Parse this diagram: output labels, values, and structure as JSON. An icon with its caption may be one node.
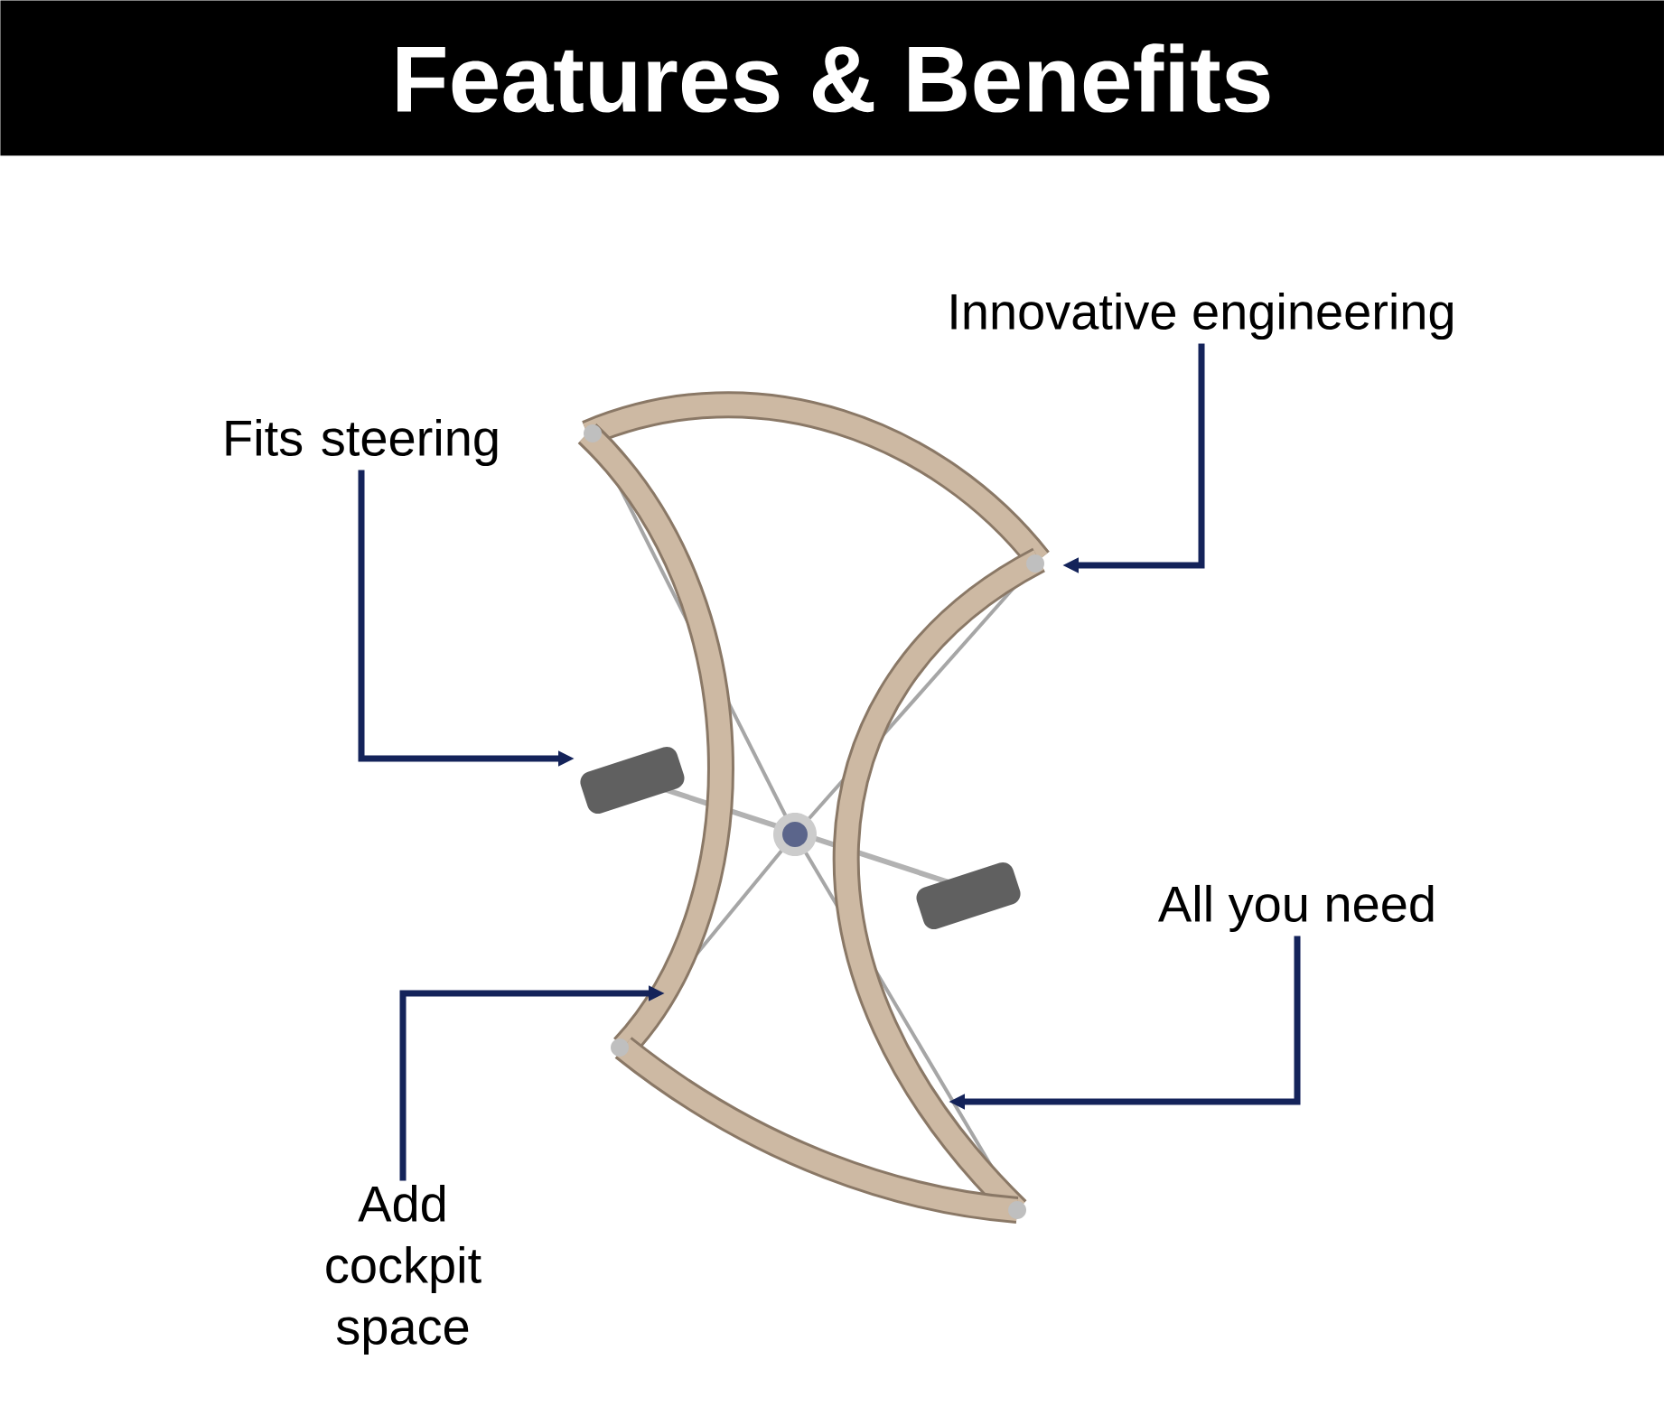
{
  "diagram": {
    "title": "Features & Benefits",
    "nodes": [
      {
        "text": [
          "Innovative engineering"
        ]
      },
      {
        "text": [
          "Fits steering"
        ]
      },
      {
        "text": [
          "All you need"
        ]
      },
      {
        "text": [
          "Add cockpit space"
        ]
      }
    ],
    "edges": [
      {
        "from": 0,
        "to": null,
        "arrow": "to"
      },
      {
        "from": 1,
        "to": null,
        "arrow": "to"
      },
      {
        "from": 2,
        "to": null,
        "arrow": "to"
      },
      {
        "from": 3,
        "to": null,
        "arrow": "to"
      }
    ]
  }
}
